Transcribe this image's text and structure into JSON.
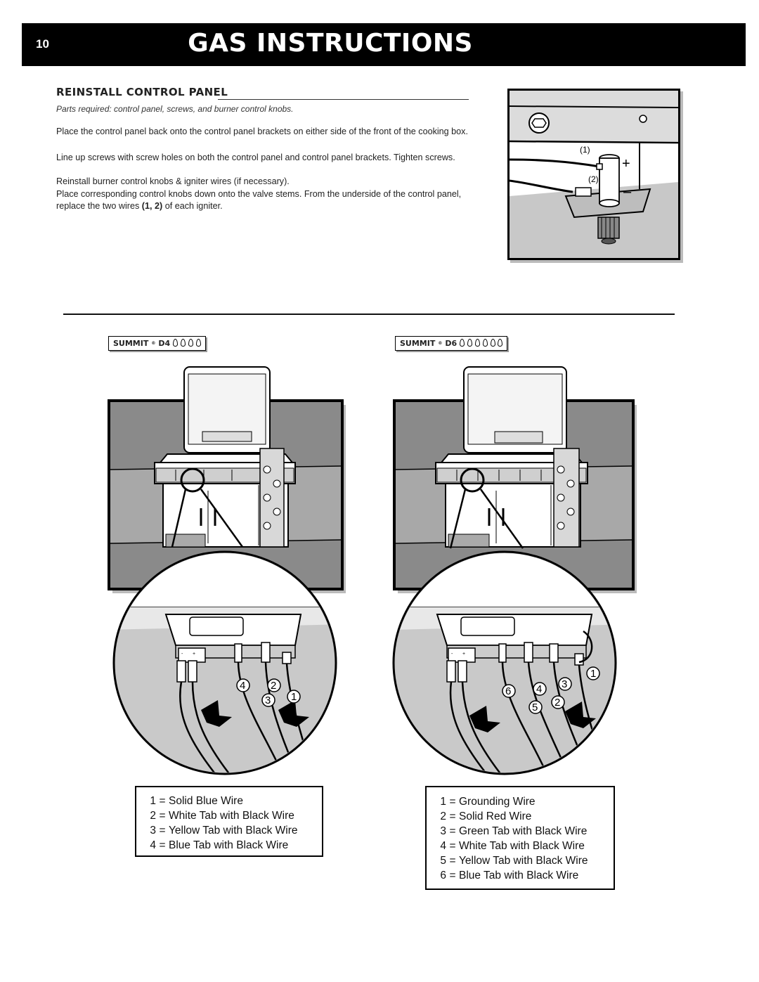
{
  "header": {
    "page_number": "10",
    "title": "GAS INSTRUCTIONS"
  },
  "section": {
    "title": "REINSTALL CONTROL PANEL",
    "parts_required": "Parts required: control panel, screws, and burner control knobs.",
    "paragraphs": [
      "Place the control panel back onto the control panel brackets on either side of the front of the cooking box.",
      "Line up screws with screw holes on both the control panel and control panel brackets. Tighten screws.",
      "Reinstall burner control knobs & igniter wires (if necessary).",
      "Place corresponding control knobs down onto the valve stems. From the underside of the control panel, replace the two wires"
    ],
    "last_para_bold": "(1, 2)",
    "last_para_end": "of each igniter."
  },
  "detail": {
    "label1": "(1)",
    "label2": "(2)",
    "plus": "+",
    "minus": "–"
  },
  "models": {
    "d4": {
      "brand": "SUMMIT",
      "reg": "®",
      "model": "D4",
      "burners": 4
    },
    "d6": {
      "brand": "SUMMIT",
      "reg": "®",
      "model": "D6",
      "burners": 6
    }
  },
  "d4_wire_numbers": [
    "4",
    "2",
    "3",
    "1"
  ],
  "d6_wire_numbers": [
    "1",
    "6",
    "4",
    "3",
    "5",
    "2"
  ],
  "legend_d4": [
    {
      "num": "1",
      "text": "Solid Blue Wire"
    },
    {
      "num": "2",
      "text": "White Tab with Black Wire"
    },
    {
      "num": "3",
      "text": "Yellow Tab with Black Wire"
    },
    {
      "num": "4",
      "text": "Blue Tab with Black Wire"
    }
  ],
  "legend_d6": [
    {
      "num": "1",
      "text": "Grounding Wire"
    },
    {
      "num": "2",
      "text": "Solid Red Wire"
    },
    {
      "num": "3",
      "text": "Green Tab with Black Wire"
    },
    {
      "num": "4",
      "text": "White Tab with Black Wire"
    },
    {
      "num": "5",
      "text": "Yellow Tab with Black Wire"
    },
    {
      "num": "6",
      "text": "Blue Tab with Black Wire"
    }
  ],
  "legend_eq": "=",
  "connector_plus": "+",
  "connector_minus": "-"
}
